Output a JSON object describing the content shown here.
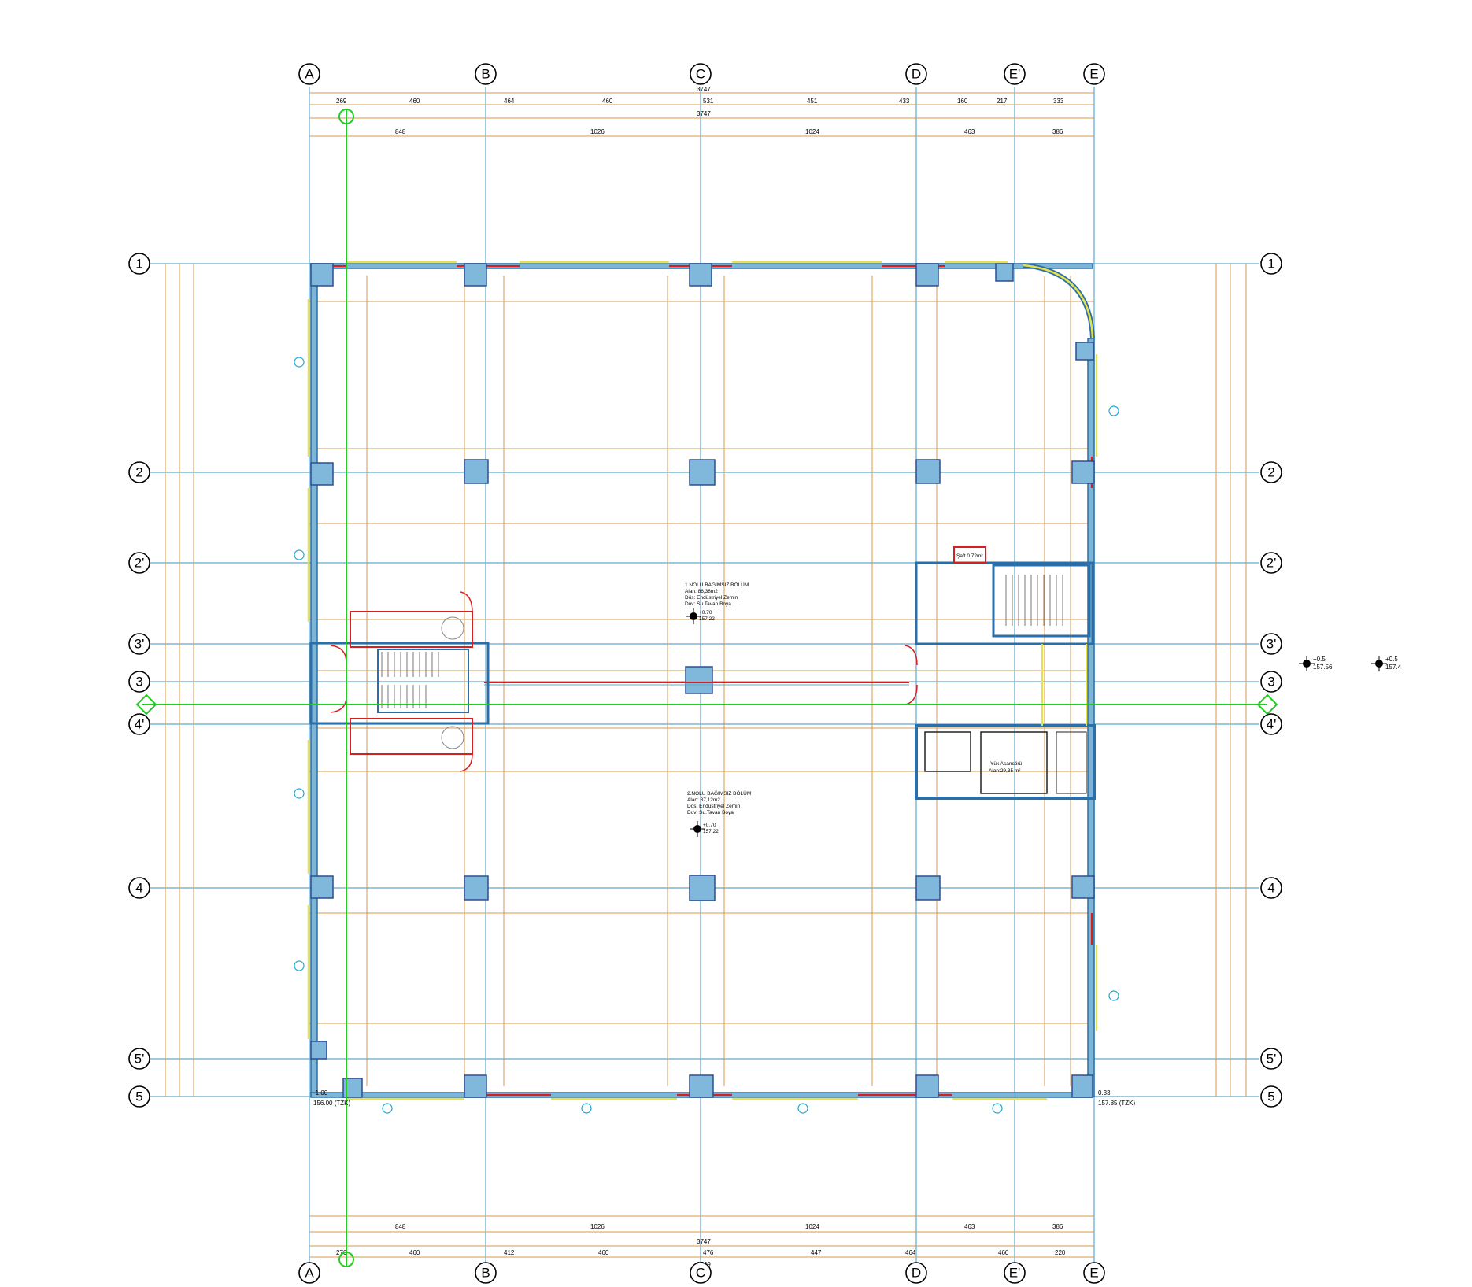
{
  "axes_top": [
    "A",
    "B",
    "C",
    "D",
    "E'",
    "E"
  ],
  "axes_side": [
    "1",
    "2",
    "2'",
    "3'",
    "3",
    "4'",
    "4",
    "5'",
    "5"
  ],
  "dims_top_row1": [
    "269",
    "460",
    "464",
    "460",
    "531",
    "451",
    "433",
    "160",
    "217",
    "333"
  ],
  "dims_top_total": "3747",
  "dims_top_row2": [
    "848",
    "1026",
    "1024",
    "463",
    "386"
  ],
  "dims_bottom_row1": [
    "276",
    "460",
    "412",
    "460",
    "476",
    "447",
    "464",
    "460",
    "220"
  ],
  "dims_bottom_total1": "3747",
  "dims_bottom_total2": "3749",
  "dims_bottom_row2": [
    "848",
    "1026",
    "1024",
    "463",
    "386"
  ],
  "room_north": [
    "1.NOLU BAĞIMSIZ BÖLÜM",
    "Alan: 86,38m2",
    "Dös: Endüstriyel Zemin",
    "Duv: Su.Tavan Boya"
  ],
  "room_south": [
    "2.NOLU BAĞIMSIZ BÖLÜM",
    "Alan: 87,12m2",
    "Dös: Endüstriyel Zemin",
    "Duv: Su.Tavan Boya"
  ],
  "level_n": [
    "+0.70",
    "157.22"
  ],
  "level_s": [
    "+0.70",
    "157.22"
  ],
  "level_right1": [
    "+0.5",
    "157.56"
  ],
  "level_right2": [
    "+0.5",
    "157.4"
  ],
  "corner_sw": [
    "-1.00",
    "156.00 (TZK)"
  ],
  "corner_se": [
    "0.33",
    "157.85 (TZK)"
  ],
  "elevator": [
    "Yük Asansörü",
    "Alan:29,35 m²"
  ],
  "shaft_label": "Şaft 0.72m²"
}
